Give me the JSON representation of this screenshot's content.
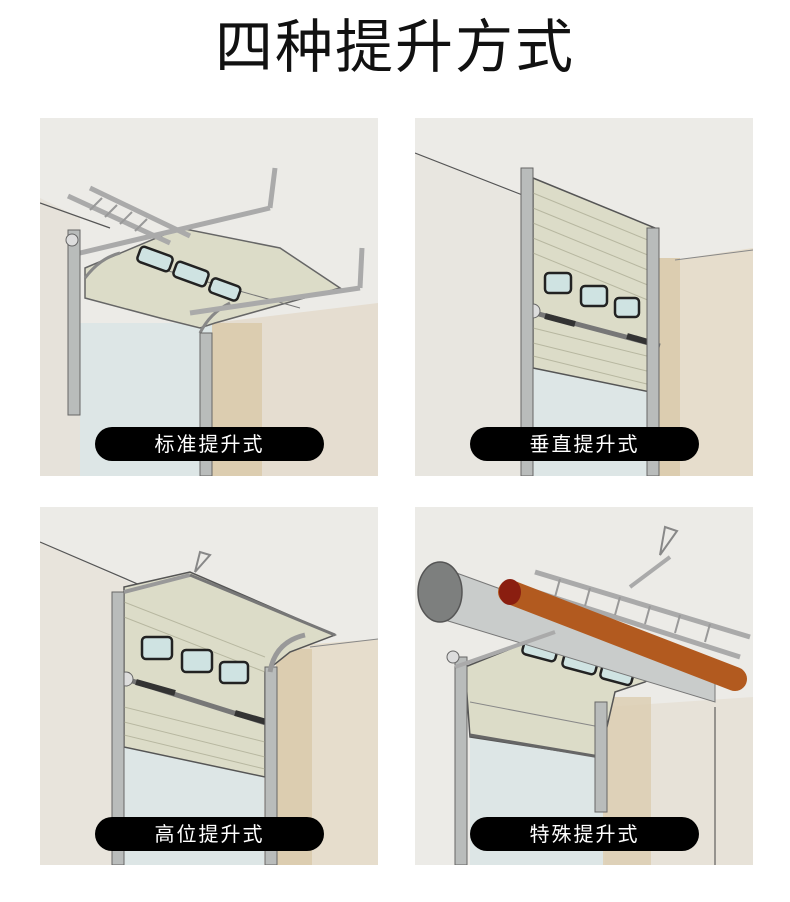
{
  "page": {
    "title": "四种提升方式"
  },
  "cards": [
    {
      "label": "标准提升式",
      "illustration": "standard-lift-door",
      "window_count": 3
    },
    {
      "label": "垂直提升式",
      "illustration": "vertical-lift-door",
      "window_count": 3
    },
    {
      "label": "高位提升式",
      "illustration": "high-lift-door",
      "window_count": 3
    },
    {
      "label": "特殊提升式",
      "illustration": "special-lift-door",
      "window_count": 3
    }
  ],
  "colors": {
    "label_bg": "#000000",
    "label_text": "#ffffff",
    "wall": "#e9e7e2",
    "side_wall": "#dccdb0",
    "door_panel": "#dcdcc8",
    "track": "#b9bcbb",
    "window_glass": "#cfe3e2",
    "opening_glass": "#dde6e6",
    "special_pipe": "#b25a1f",
    "duct": "#bfc3c2"
  }
}
